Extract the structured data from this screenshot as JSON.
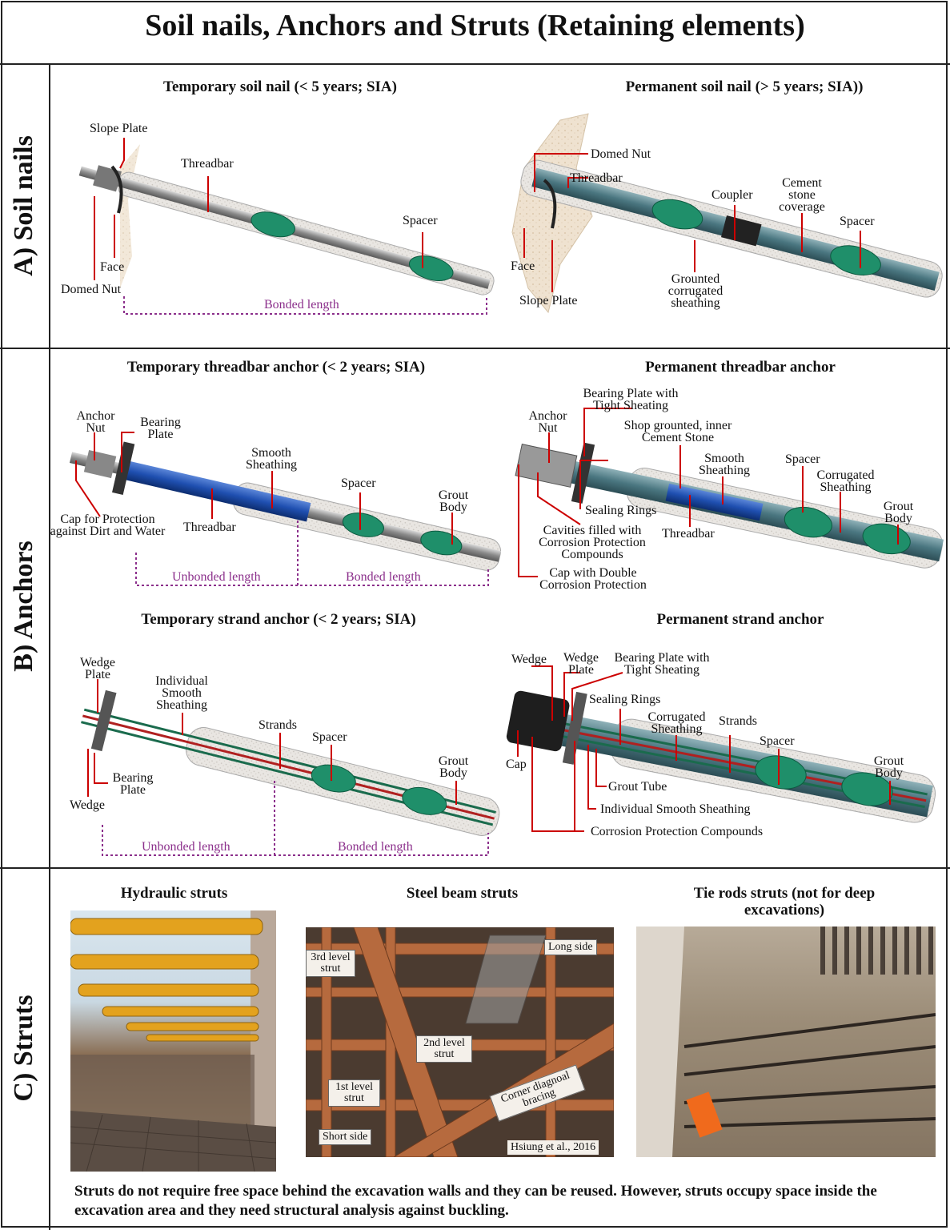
{
  "title": "Soil nails, Anchors and Struts (Retaining elements)",
  "rows": {
    "soil_nails": "A) Soil nails",
    "anchors": "B) Anchors",
    "struts": "C) Struts"
  },
  "temp_nail": {
    "title": "Temporary soil nail (< 5 years; SIA)",
    "slope_plate": "Slope Plate",
    "threadbar": "Threadbar",
    "spacer": "Spacer",
    "face": "Face",
    "domed_nut": "Domed Nut",
    "bonded_length": "Bonded length"
  },
  "perm_nail": {
    "title": "Permanent soil nail (> 5 years; SIA))",
    "domed_nut": "Domed Nut",
    "threadbar": "Threadbar",
    "coupler": "Coupler",
    "cement_stone": "Cement stone coverage",
    "spacer": "Spacer",
    "face": "Face",
    "slope_plate": "Slope Plate",
    "sheathing": "Grounted corrugated sheathing"
  },
  "temp_threadbar": {
    "title": "Temporary threadbar anchor (< 2 years; SIA)",
    "anchor_nut": "Anchor Nut",
    "bearing_plate": "Bearing Plate",
    "smooth_sheathing": "Smooth Sheathing",
    "spacer": "Spacer",
    "grout_body": "Grout Body",
    "cap": "Cap for Protection against Dirt and Water",
    "threadbar": "Threadbar",
    "unbonded_length": "Unbonded length",
    "bonded_length": "Bonded length"
  },
  "perm_threadbar": {
    "title": "Permanent threadbar anchor",
    "bearing_plate": "Bearing Plate with Tight Sheating",
    "anchor_nut": "Anchor Nut",
    "shop_grouted": "Shop grounted, inner Cement Stone",
    "smooth_sheathing": "Smooth Sheathing",
    "spacer": "Spacer",
    "corrugated": "Corrugated Sheathing",
    "grout_body": "Grout Body",
    "sealing_rings": "Sealing Rings",
    "cavities": "Cavities filled with Corrosion Protection Compounds",
    "threadbar": "Threadbar",
    "cap": "Cap with Double Corrosion Protection"
  },
  "temp_strand": {
    "title": "Temporary strand anchor (< 2 years; SIA)",
    "wedge_plate": "Wedge Plate",
    "individual": "Individual Smooth Sheathing",
    "strands": "Strands",
    "spacer": "Spacer",
    "grout_body": "Grout Body",
    "bearing_plate": "Bearing Plate",
    "wedge": "Wedge",
    "unbonded_length": "Unbonded length",
    "bonded_length": "Bonded length"
  },
  "perm_strand": {
    "title": "Permanent strand anchor",
    "wedge": "Wedge",
    "wedge_plate": "Wedge Plate",
    "bearing_plate": "Bearing Plate with Tight Sheating",
    "sealing_rings": "Sealing Rings",
    "corrugated": "Corrugated Sheathing",
    "strands": "Strands",
    "spacer": "Spacer",
    "grout_body": "Grout Body",
    "cap": "Cap",
    "grout_tube": "Grout Tube",
    "individual": "Individual Smooth Sheathing",
    "corrosion": "Corrosion Protection Compounds"
  },
  "struts": {
    "hydraulic": "Hydraulic struts",
    "steel_beam": "Steel beam struts",
    "tie_rods": "Tie rods struts (not for deep excavations)",
    "tag_3rd": "3rd level strut",
    "tag_long": "Long side",
    "tag_2nd": "2nd level strut",
    "tag_1st": "1st level strut",
    "tag_corner": "Corner diagnoal bracing",
    "tag_short": "Short side",
    "tag_source": "Hsiung et al., 2016"
  },
  "footer": "Struts do not require free space behind the excavation walls and they can be reused. However, struts occupy space inside the excavation area and they need structural analysis against buckling."
}
